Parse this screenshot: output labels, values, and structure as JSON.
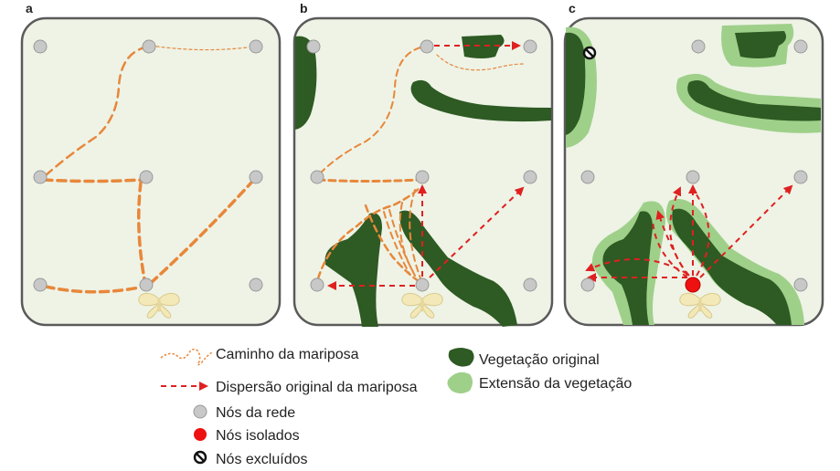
{
  "panels": [
    {
      "label": "a"
    },
    {
      "label": "b"
    },
    {
      "label": "c"
    }
  ],
  "legend": {
    "moth_path": "Caminho da mariposa",
    "original_dispersal": "Dispersão original da mariposa",
    "network_nodes": "Nós da rede",
    "isolated_nodes": "Nós isolados",
    "excluded_nodes": "Nós excluídos",
    "original_vegetation": "Vegetação original",
    "vegetation_extension": "Extensão da vegetação"
  },
  "colors": {
    "panel_bg": "#eef3e6",
    "panel_border": "#5a5a5a",
    "node_fill": "#c8c8c8",
    "isolated_node": "#ee1111",
    "path_orange": "#e8873a",
    "dispersal_red": "#e02020",
    "vegetation_dark": "#2e5a23",
    "vegetation_light": "#9fd08a"
  }
}
